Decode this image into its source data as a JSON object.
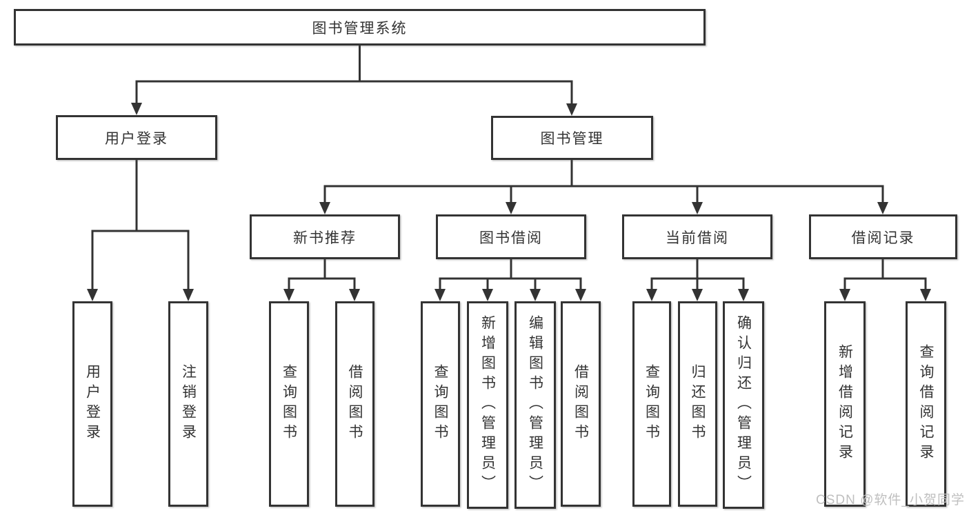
{
  "diagram": {
    "root": "图书管理系统",
    "user_login": {
      "label": "用户登录",
      "children": [
        "用户登录",
        "注销登录"
      ]
    },
    "book_mgmt": {
      "label": "图书管理",
      "new_book": {
        "label": "新书推荐",
        "children": [
          "查询图书",
          "借阅图书"
        ]
      },
      "book_borrow": {
        "label": "图书借阅",
        "children": [
          "查询图书",
          "新增图书（管理员）",
          "编辑图书（管理员）",
          "借阅图书"
        ]
      },
      "current_borrow": {
        "label": "当前借阅",
        "children": [
          "查询图书",
          "归还图书",
          "确认归还（管理员）"
        ]
      },
      "borrow_record": {
        "label": "借阅记录",
        "children": [
          "新增借阅记录",
          "查询借阅记录"
        ]
      }
    }
  },
  "watermark": "CSDN @软件_小贺同学",
  "colors": {
    "line": "#333333",
    "box_border": "#333333",
    "text": "#333333",
    "watermark": "#bfbfbf",
    "background": "#ffffff"
  }
}
